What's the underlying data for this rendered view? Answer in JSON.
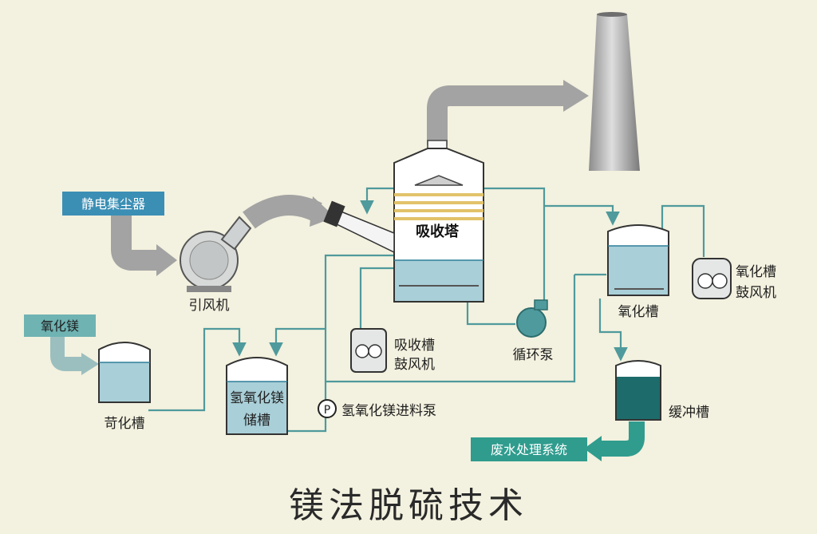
{
  "title": "镁法脱硫技术",
  "labels": {
    "precipitator": "静电集尘器",
    "induced_fan": "引风机",
    "absorber": "吸收塔",
    "mgo": "氧化镁",
    "slaking_tank": "苛化槽",
    "mgoh2_storage_line1": "氢氧化镁",
    "mgoh2_storage_line2": "储槽",
    "feed_pump": "氢氧化镁进料泵",
    "absorber_blower_line1": "吸收槽",
    "absorber_blower_line2": "鼓风机",
    "circulation_pump": "循环泵",
    "oxidation_tank": "氧化槽",
    "oxidation_blower_line1": "氧化槽",
    "oxidation_blower_line2": "鼓风机",
    "buffer_tank": "缓冲槽",
    "wastewater": "废水处理系统",
    "pump_symbol": "P"
  },
  "colors": {
    "background": "#f3f1df",
    "pipe": "#4f9a9c",
    "tag_blue": "#3b8fb5",
    "tag_teal": "#6fb3b3",
    "tag_green": "#2f9c8e",
    "liquid": "#a9cfd8",
    "liquid_dark": "#1d6b6b",
    "duct_gray": "#9d9d9d"
  }
}
